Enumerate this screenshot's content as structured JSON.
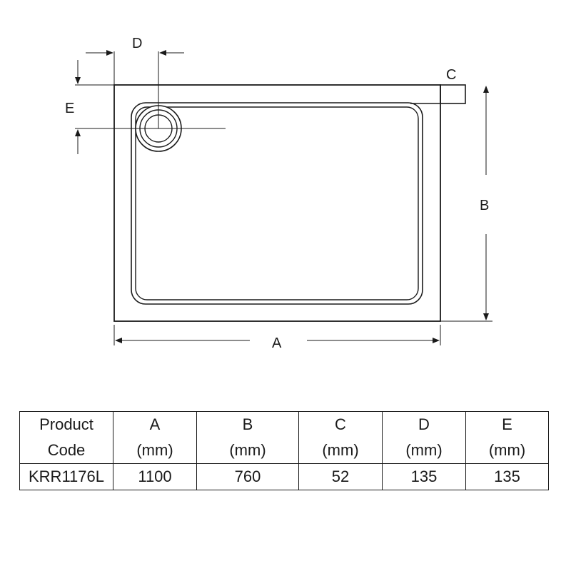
{
  "diagram": {
    "labels": {
      "a": "A",
      "b": "B",
      "c": "C",
      "d": "D",
      "e": "E"
    }
  },
  "table": {
    "headers": [
      {
        "line1": "Product",
        "line2": "Code"
      },
      {
        "line1": "A",
        "line2": "(mm)"
      },
      {
        "line1": "B",
        "line2": "(mm)"
      },
      {
        "line1": "C",
        "line2": "(mm)"
      },
      {
        "line1": "D",
        "line2": "(mm)"
      },
      {
        "line1": "E",
        "line2": "(mm)"
      }
    ],
    "rows": [
      [
        "KRR1176L",
        "1100",
        "760",
        "52",
        "135",
        "135"
      ]
    ]
  }
}
